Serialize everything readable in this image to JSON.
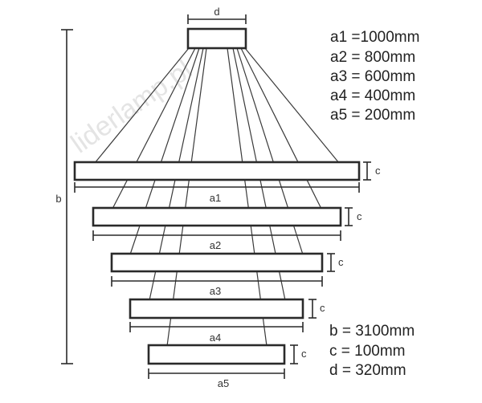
{
  "labels": {
    "d": "d",
    "b": "b",
    "c": "c",
    "a1": "a1",
    "a2": "a2",
    "a3": "a3",
    "a4": "a4",
    "a5": "a5"
  },
  "specs_top": [
    "a1 =1000mm",
    "a2 = 800mm",
    "a3 = 600mm",
    "a4 = 400mm",
    "a5 = 200mm"
  ],
  "specs_bottom": [
    "b = 3100mm",
    "c = 100mm",
    "d = 320mm"
  ],
  "watermark": "liderlamp.pl"
}
